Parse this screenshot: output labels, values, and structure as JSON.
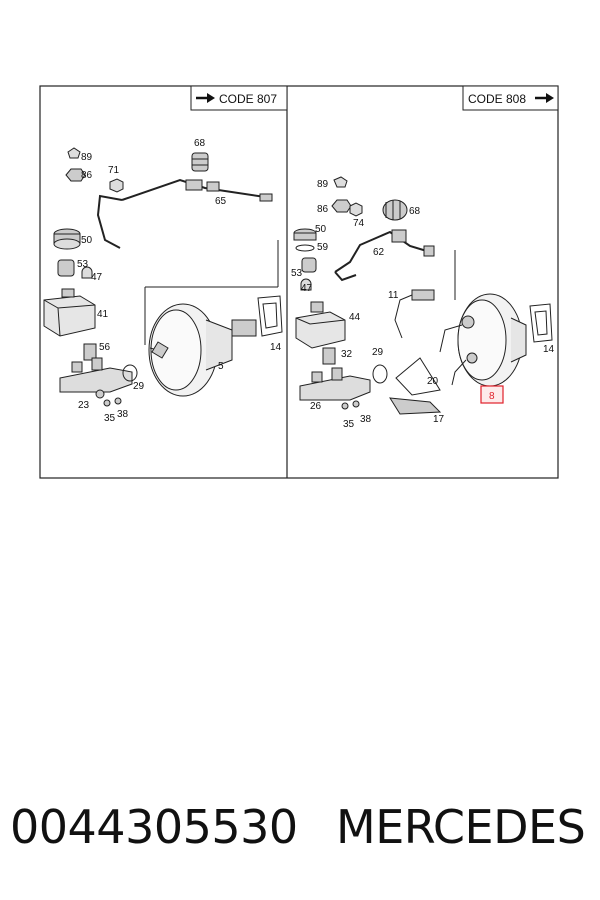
{
  "panels": {
    "left": {
      "code_label": "CODE 807",
      "arrow": "arrow-right-icon"
    },
    "right": {
      "code_label": "CODE 808",
      "arrow": "arrow-right-icon"
    }
  },
  "callouts_left": [
    "89",
    "86",
    "71",
    "68",
    "65",
    "50",
    "53",
    "47",
    "41",
    "56",
    "29",
    "5",
    "14",
    "23",
    "35",
    "38"
  ],
  "callouts_right": [
    "89",
    "86",
    "74",
    "68",
    "50",
    "59",
    "62",
    "53",
    "47",
    "11",
    "44",
    "32",
    "29",
    "20",
    "14",
    "26",
    "35",
    "38",
    "17",
    "8"
  ],
  "highlight": {
    "label": "8",
    "color": "#e0202a"
  },
  "footer": {
    "part_number": "0044305530",
    "brand": "MERCEDES"
  }
}
